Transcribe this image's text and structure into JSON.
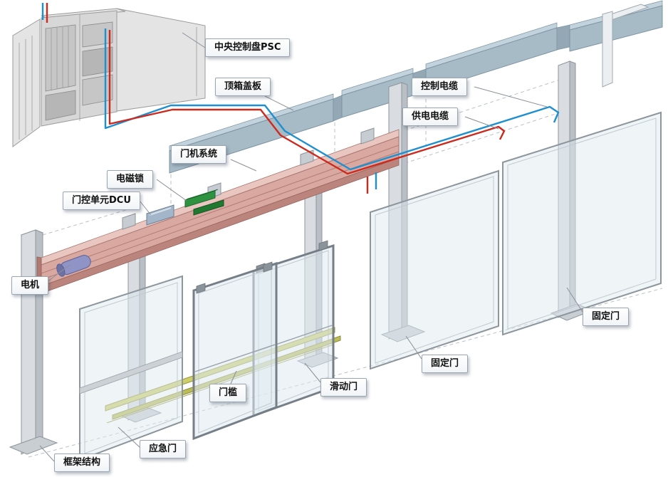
{
  "labels": {
    "central_control_panel": "中央控制盘PSC",
    "top_box_cover": "顶箱盖板",
    "control_cable": "控制电缆",
    "power_cable": "供电电缆",
    "door_machine_system": "门机系统",
    "electromagnetic_lock": "电磁锁",
    "door_control_unit": "门控单元DCU",
    "motor": "电机",
    "fixed_door_right": "固定门",
    "fixed_door_middle": "固定门",
    "sliding_door": "滑动门",
    "door_sill": "门槛",
    "emergency_door": "应急门",
    "frame_structure": "框架结构"
  },
  "colors": {
    "cable_red": "#cc2a1e",
    "cable_blue": "#1f8fd0",
    "beam_pink": "#d9a8a1",
    "beam_pink_light": "#e9c6c0",
    "beam_pink_dark": "#bb857e",
    "cover_panel": "#a7bbc7",
    "cover_panel_light": "#c3d3dd",
    "metal_light": "#d9dde1",
    "metal_mid": "#b9bfc5",
    "glass_fill": "#dfe9ef",
    "frame_stroke": "#8d959d",
    "lock_green": "#2f9240",
    "motor_purple": "#8f93c6",
    "sill_yellow": "#cfcf6a",
    "label_border": "#9aa6b2",
    "leader_line": "#8a9099"
  }
}
